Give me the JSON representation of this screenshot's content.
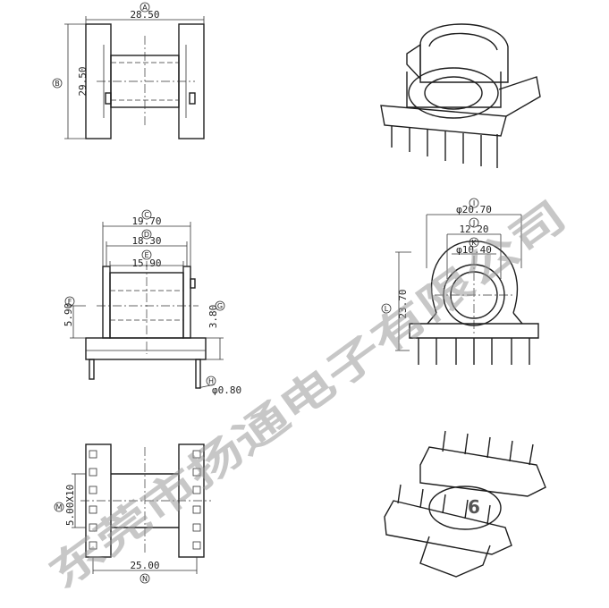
{
  "dimensions": [
    {
      "id": "A",
      "value": "28.50"
    },
    {
      "id": "B",
      "value": "29.50"
    },
    {
      "id": "C",
      "value": "19.70"
    },
    {
      "id": "D",
      "value": "18.30"
    },
    {
      "id": "E",
      "value": "15.90"
    },
    {
      "id": "F",
      "value": "5.90"
    },
    {
      "id": "G",
      "value": "3.80"
    },
    {
      "id": "H",
      "value": "φ0.80"
    },
    {
      "id": "I",
      "value": "φ20.70"
    },
    {
      "id": "J",
      "value": "12.20"
    },
    {
      "id": "K",
      "value": "φ10.40"
    },
    {
      "id": "L",
      "value": "23.70"
    },
    {
      "id": "M",
      "value": "5.00X10"
    },
    {
      "id": "N",
      "value": "25.00"
    }
  ],
  "watermark": "东莞市扬通电子有限公司",
  "product_number": "6",
  "colors": {
    "line": "#1e1e1e",
    "watermark": "#9a9a9a"
  }
}
